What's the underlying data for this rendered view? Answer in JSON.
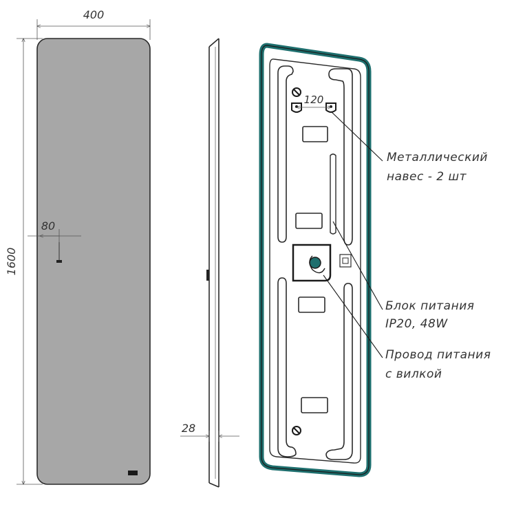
{
  "dimensions": {
    "width": "400",
    "height": "1600",
    "sensor_offset": "80",
    "depth": "28",
    "hanger_spacing": "120"
  },
  "callouts": [
    {
      "line1": "Металлический",
      "line2": "навес - 2 шт"
    },
    {
      "line1": "Блок питания",
      "line2": "IP20, 48W"
    },
    {
      "line1": "Провод питания",
      "line2": "с вилкой"
    }
  ],
  "colors": {
    "mirror_fill": "#a7a7a7",
    "frame_accent": "#1e6f6e",
    "line": "#2a2a2a"
  }
}
